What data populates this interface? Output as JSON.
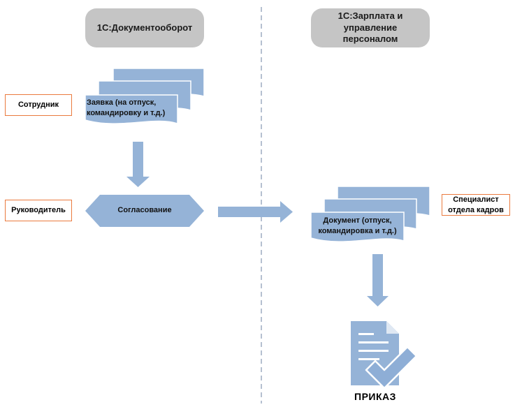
{
  "lanes": {
    "left_title": "1С:Документооборот",
    "right_title": "1С:Зарплата и управление персоналом"
  },
  "roles": {
    "employee": "Сотрудник",
    "manager": "Руководитель",
    "hr_specialist": "Специалист отдела кадров"
  },
  "shapes": {
    "request": "Заявка (на отпуск,\nкомандировку и т.д.)",
    "approval": "Согласование",
    "document": "Документ (отпуск,\nкомандировка и т.д.)"
  },
  "order": {
    "caption": "ПРИКАЗ"
  },
  "colors": {
    "shape_fill": "#95b3d7",
    "header_fill": "#c5c5c5",
    "role_border": "#ea7a3e",
    "divider": "#8497b0",
    "check_fill": "#8eaed6"
  }
}
